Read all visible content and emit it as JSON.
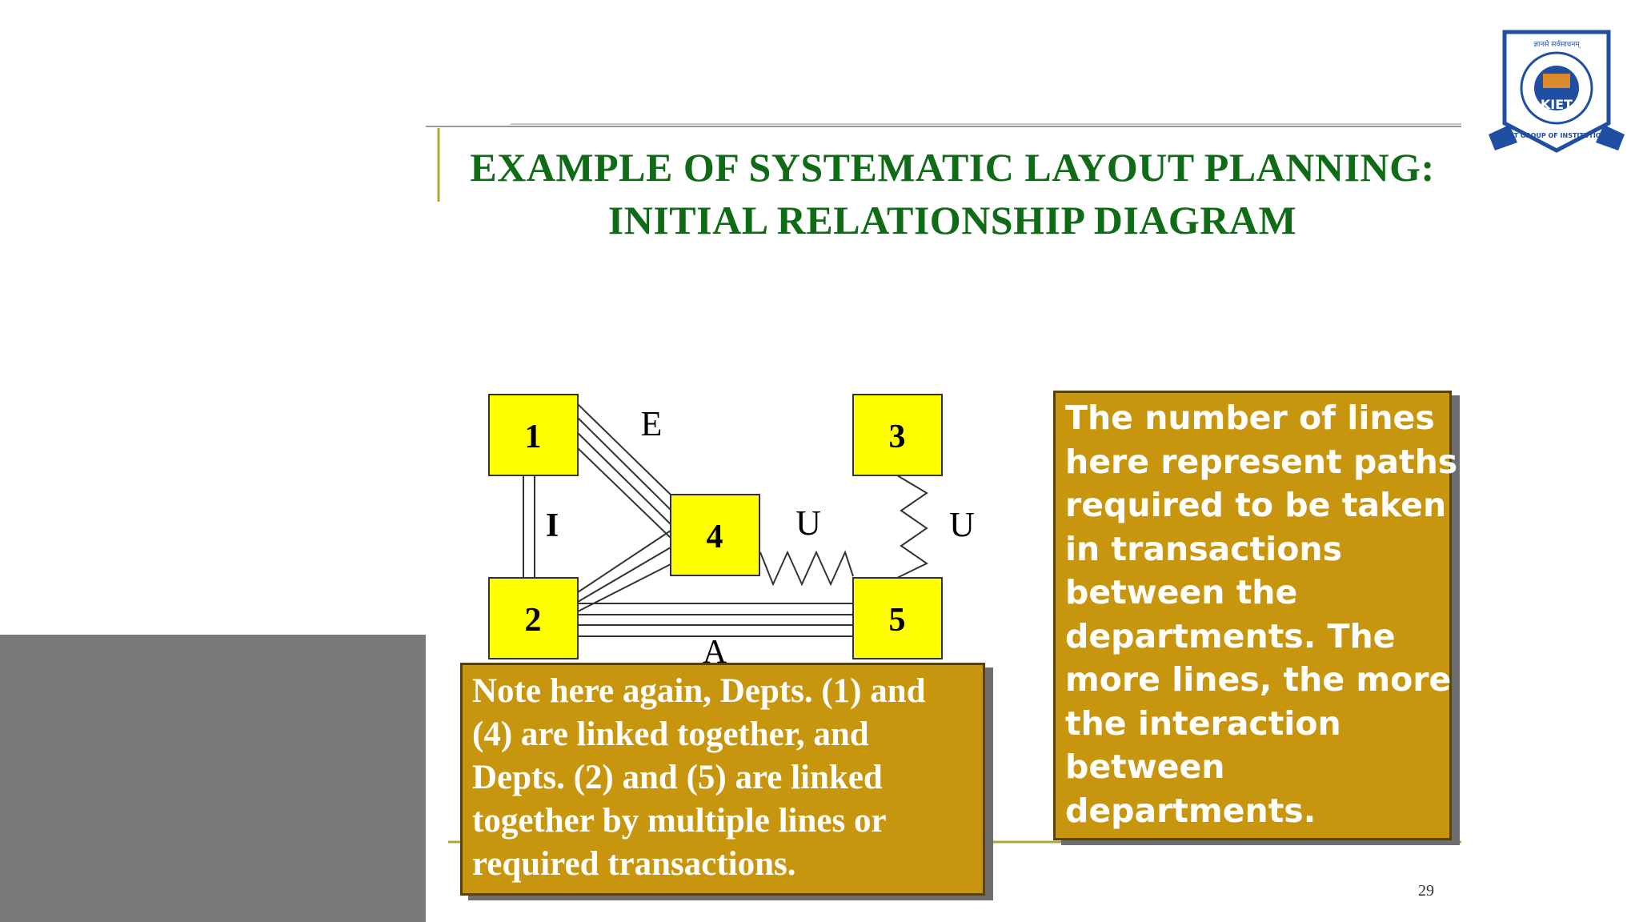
{
  "slide": {
    "title_line1": "EXAMPLE OF SYSTEMATIC LAYOUT PLANNING:",
    "title_line2": "INITIAL RELATIONSHIP DIAGRAM",
    "page_number": "29"
  },
  "logo": {
    "ring_text": "KIET GROUP OF INSTITUTIONS",
    "top_text": "ज्ञानसे सर्वसाधनम्",
    "center_text": "KIET"
  },
  "diagram": {
    "nodes": [
      "1",
      "2",
      "3",
      "4",
      "5"
    ],
    "edge_labels": {
      "one_four": "E",
      "one_two": "I",
      "four_five": "U",
      "three_five": "U",
      "two_five": "A"
    }
  },
  "note": {
    "lines": [
      "Note here again, Depts. (1) and",
      "(4) are linked together, and",
      "Depts. (2) and (5) are linked",
      "together by multiple lines or",
      "required transactions."
    ]
  },
  "explanation": {
    "lines": [
      "The number of lines",
      "here represent paths",
      "required to be taken",
      "in transactions",
      "between the",
      "departments.  The",
      "more lines, the more",
      "the interaction",
      "between",
      "departments."
    ]
  },
  "colors": {
    "title": "#0f6b16",
    "box_fill": "#c8960e",
    "node_fill": "#ffff00",
    "rule": "#b5a33b",
    "logo_blue": "#1f4ea3"
  }
}
